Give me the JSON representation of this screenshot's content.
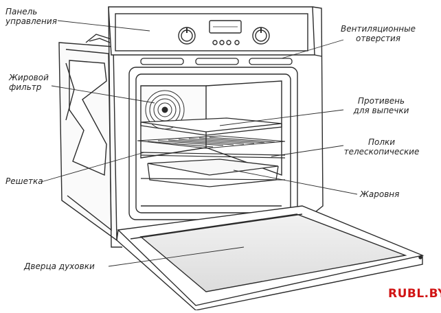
{
  "labels": {
    "control_panel": [
      "Панель",
      "управления"
    ],
    "vents": [
      "Вентиляционные",
      "отверстия"
    ],
    "grease_filter": [
      "Жировой",
      "фильтр"
    ],
    "baking_tray": [
      "Противень",
      "для выпечки"
    ],
    "telescopic_shelves": [
      "Полки",
      "телескопические"
    ],
    "grill_rack": "Решетка",
    "roasting_pan": "Жаровня",
    "oven_door": "Дверца духовки"
  },
  "watermark": "RUBL.BY",
  "colors": {
    "watermark": "#d11414",
    "line": "#2b2b2b",
    "label": "#222222"
  }
}
